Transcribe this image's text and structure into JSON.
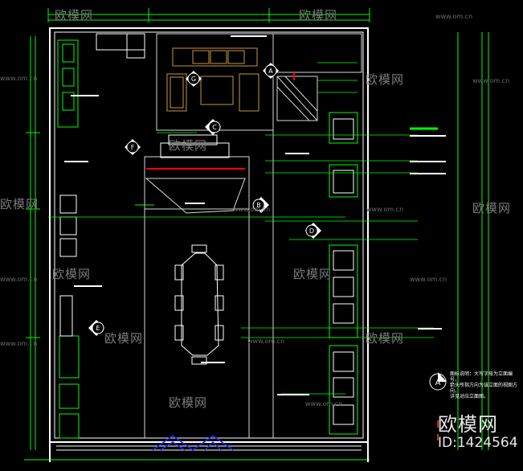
{
  "watermark": {
    "cn": "欧模网",
    "url": "www.om.cn"
  },
  "markers": {
    "a_top": "A",
    "b": "B",
    "c": "C",
    "d": "D",
    "e": "E",
    "f": "F",
    "g": "G",
    "a_legend": "A"
  },
  "legend_note": "图标说明：大写字母为立面编号，\n箭头所指方向为该立面的视图方向，\n详见对应立面图。",
  "brand": {
    "logo": "欧模网",
    "id": "ID:1424564"
  },
  "colors": {
    "wall": "#ffffff",
    "dim": "#00ff00",
    "leader": "#00ff00",
    "furniture": "#c8963c",
    "red": "#ff0000",
    "blue": "#2020ff",
    "magenta": "#ff00ff",
    "watermark": "#7a7a7a"
  }
}
